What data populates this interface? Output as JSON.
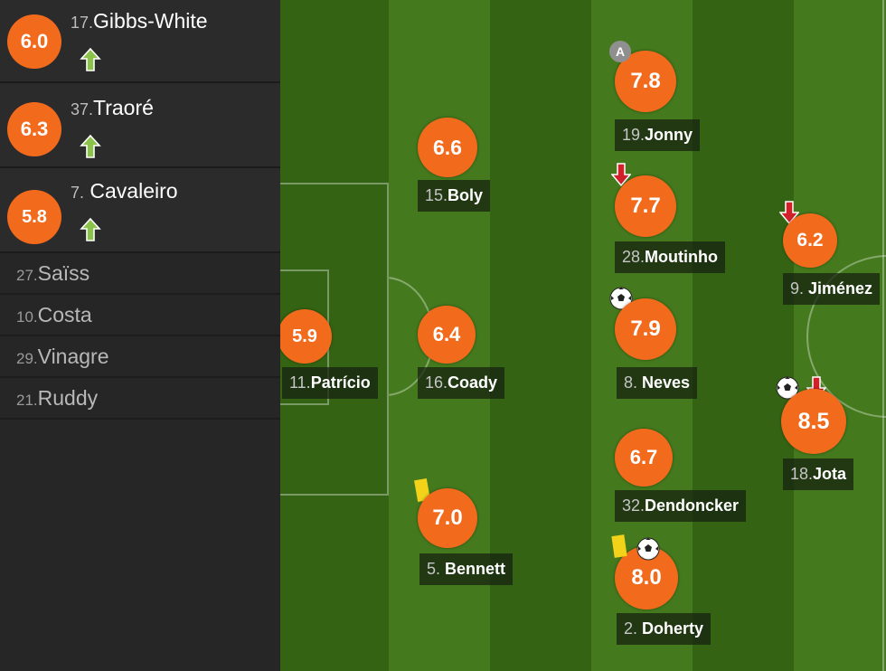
{
  "substitutes_in": [
    {
      "number": "17.",
      "name": "Gibbs-White",
      "rating": "6.0",
      "icon": "sub-in-arrow-icon"
    },
    {
      "number": "37.",
      "name": "Traoré",
      "rating": "6.3",
      "icon": "sub-in-arrow-icon"
    },
    {
      "number": "7.",
      "name": " Cavaleiro",
      "rating": "5.8",
      "icon": "sub-in-arrow-icon"
    }
  ],
  "bench": [
    {
      "number": "27.",
      "name": "Saïss"
    },
    {
      "number": "10.",
      "name": "Costa"
    },
    {
      "number": "29.",
      "name": "Vinagre"
    },
    {
      "number": "21.",
      "name": "Ruddy"
    }
  ],
  "players": [
    {
      "key": "patricio",
      "number": "11.",
      "name": "Patrício",
      "rating": "5.9"
    },
    {
      "key": "boly",
      "number": "15.",
      "name": "Boly",
      "rating": "6.6"
    },
    {
      "key": "coady",
      "number": "16.",
      "name": "Coady",
      "rating": "6.4"
    },
    {
      "key": "bennett",
      "number": "5.",
      "name": " Bennett",
      "rating": "7.0"
    },
    {
      "key": "jonny",
      "number": "19.",
      "name": "Jonny",
      "rating": "7.8"
    },
    {
      "key": "moutinho",
      "number": "28.",
      "name": "Moutinho",
      "rating": "7.7"
    },
    {
      "key": "neves",
      "number": "8.",
      "name": " Neves",
      "rating": "7.9"
    },
    {
      "key": "dendoncker",
      "number": "32.",
      "name": "Dendoncker",
      "rating": "6.7"
    },
    {
      "key": "doherty",
      "number": "2.",
      "name": " Doherty",
      "rating": "8.0"
    },
    {
      "key": "jimenez",
      "number": "9.",
      "name": " Jiménez",
      "rating": "6.2"
    },
    {
      "key": "jota",
      "number": "18.",
      "name": "Jota",
      "rating": "8.5"
    }
  ],
  "badges": {
    "assist_letter": "A"
  },
  "colors": {
    "rating": "#f26a1c",
    "pitch_dark": "#346413",
    "pitch_light": "#447a1d",
    "sub_in_arrow": "#8bc34a",
    "sub_out_arrow": "#d0202a",
    "yellow_card": "#f3d21a"
  }
}
